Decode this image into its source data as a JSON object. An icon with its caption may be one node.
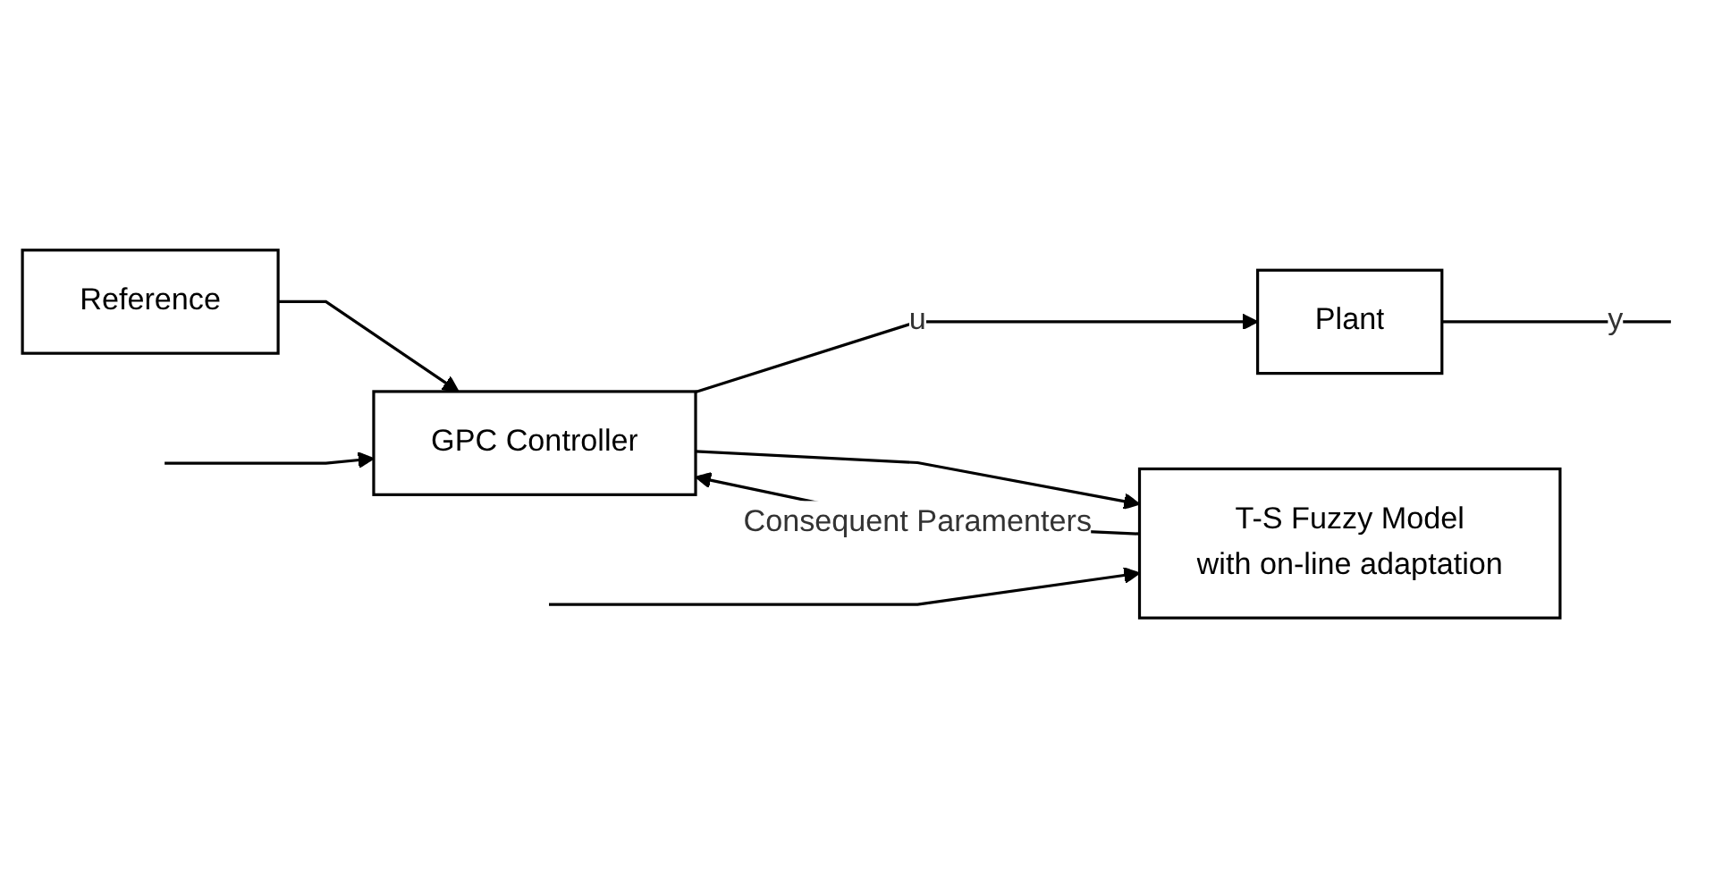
{
  "diagram": {
    "nodes": [
      {
        "text": [
          "Reference"
        ]
      },
      {
        "text": [
          "GPC Controller"
        ]
      },
      {
        "text": [
          "Plant"
        ]
      },
      {
        "text": [
          "T-S Fuzzy Model",
          "with on-line adaptation"
        ]
      }
    ],
    "edges": [
      {
        "from": 0,
        "to": 1,
        "arrow": "to"
      },
      {
        "from": 1,
        "to": 2,
        "arrow": "to",
        "label": "u"
      },
      {
        "from": 1,
        "to": 3,
        "arrow": "to"
      },
      {
        "from": 2,
        "to": null,
        "arrow": "none",
        "label": "y"
      },
      {
        "from": null,
        "to": 1,
        "arrow": "to"
      },
      {
        "from": null,
        "to": 3,
        "arrow": "to"
      },
      {
        "from": 3,
        "to": 1,
        "arrow": "to",
        "label": "Consequent Paramenters"
      }
    ]
  }
}
